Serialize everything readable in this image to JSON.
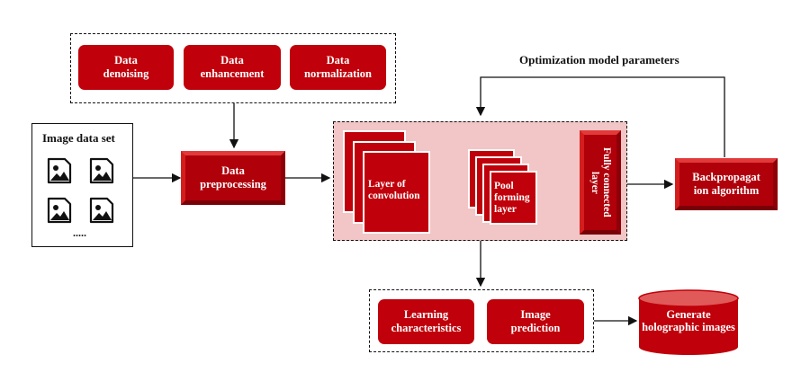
{
  "preprocessing_group": {
    "items": [
      "Data denoising",
      "Data enhancement",
      "Data normalization"
    ]
  },
  "dataset": {
    "title": "Image data set",
    "more": "....."
  },
  "preprocessing": {
    "label": "Data preprocessing"
  },
  "cnn": {
    "conv_label": "Layer of convolution",
    "pool_label": "Pool forming layer",
    "fc_label": "Fully connected layer"
  },
  "feedback": {
    "label": "Optimization model parameters"
  },
  "backprop": {
    "label": "Backpropagat ion algorithm"
  },
  "output_group": {
    "items": [
      "Learning characteristics",
      "Image prediction"
    ]
  },
  "result": {
    "label": "Generate holographic images"
  },
  "colors": {
    "primary": "#c0000a",
    "panel": "#f2c6c6",
    "line": "#111111"
  },
  "icons": [
    "image-file-icon"
  ]
}
